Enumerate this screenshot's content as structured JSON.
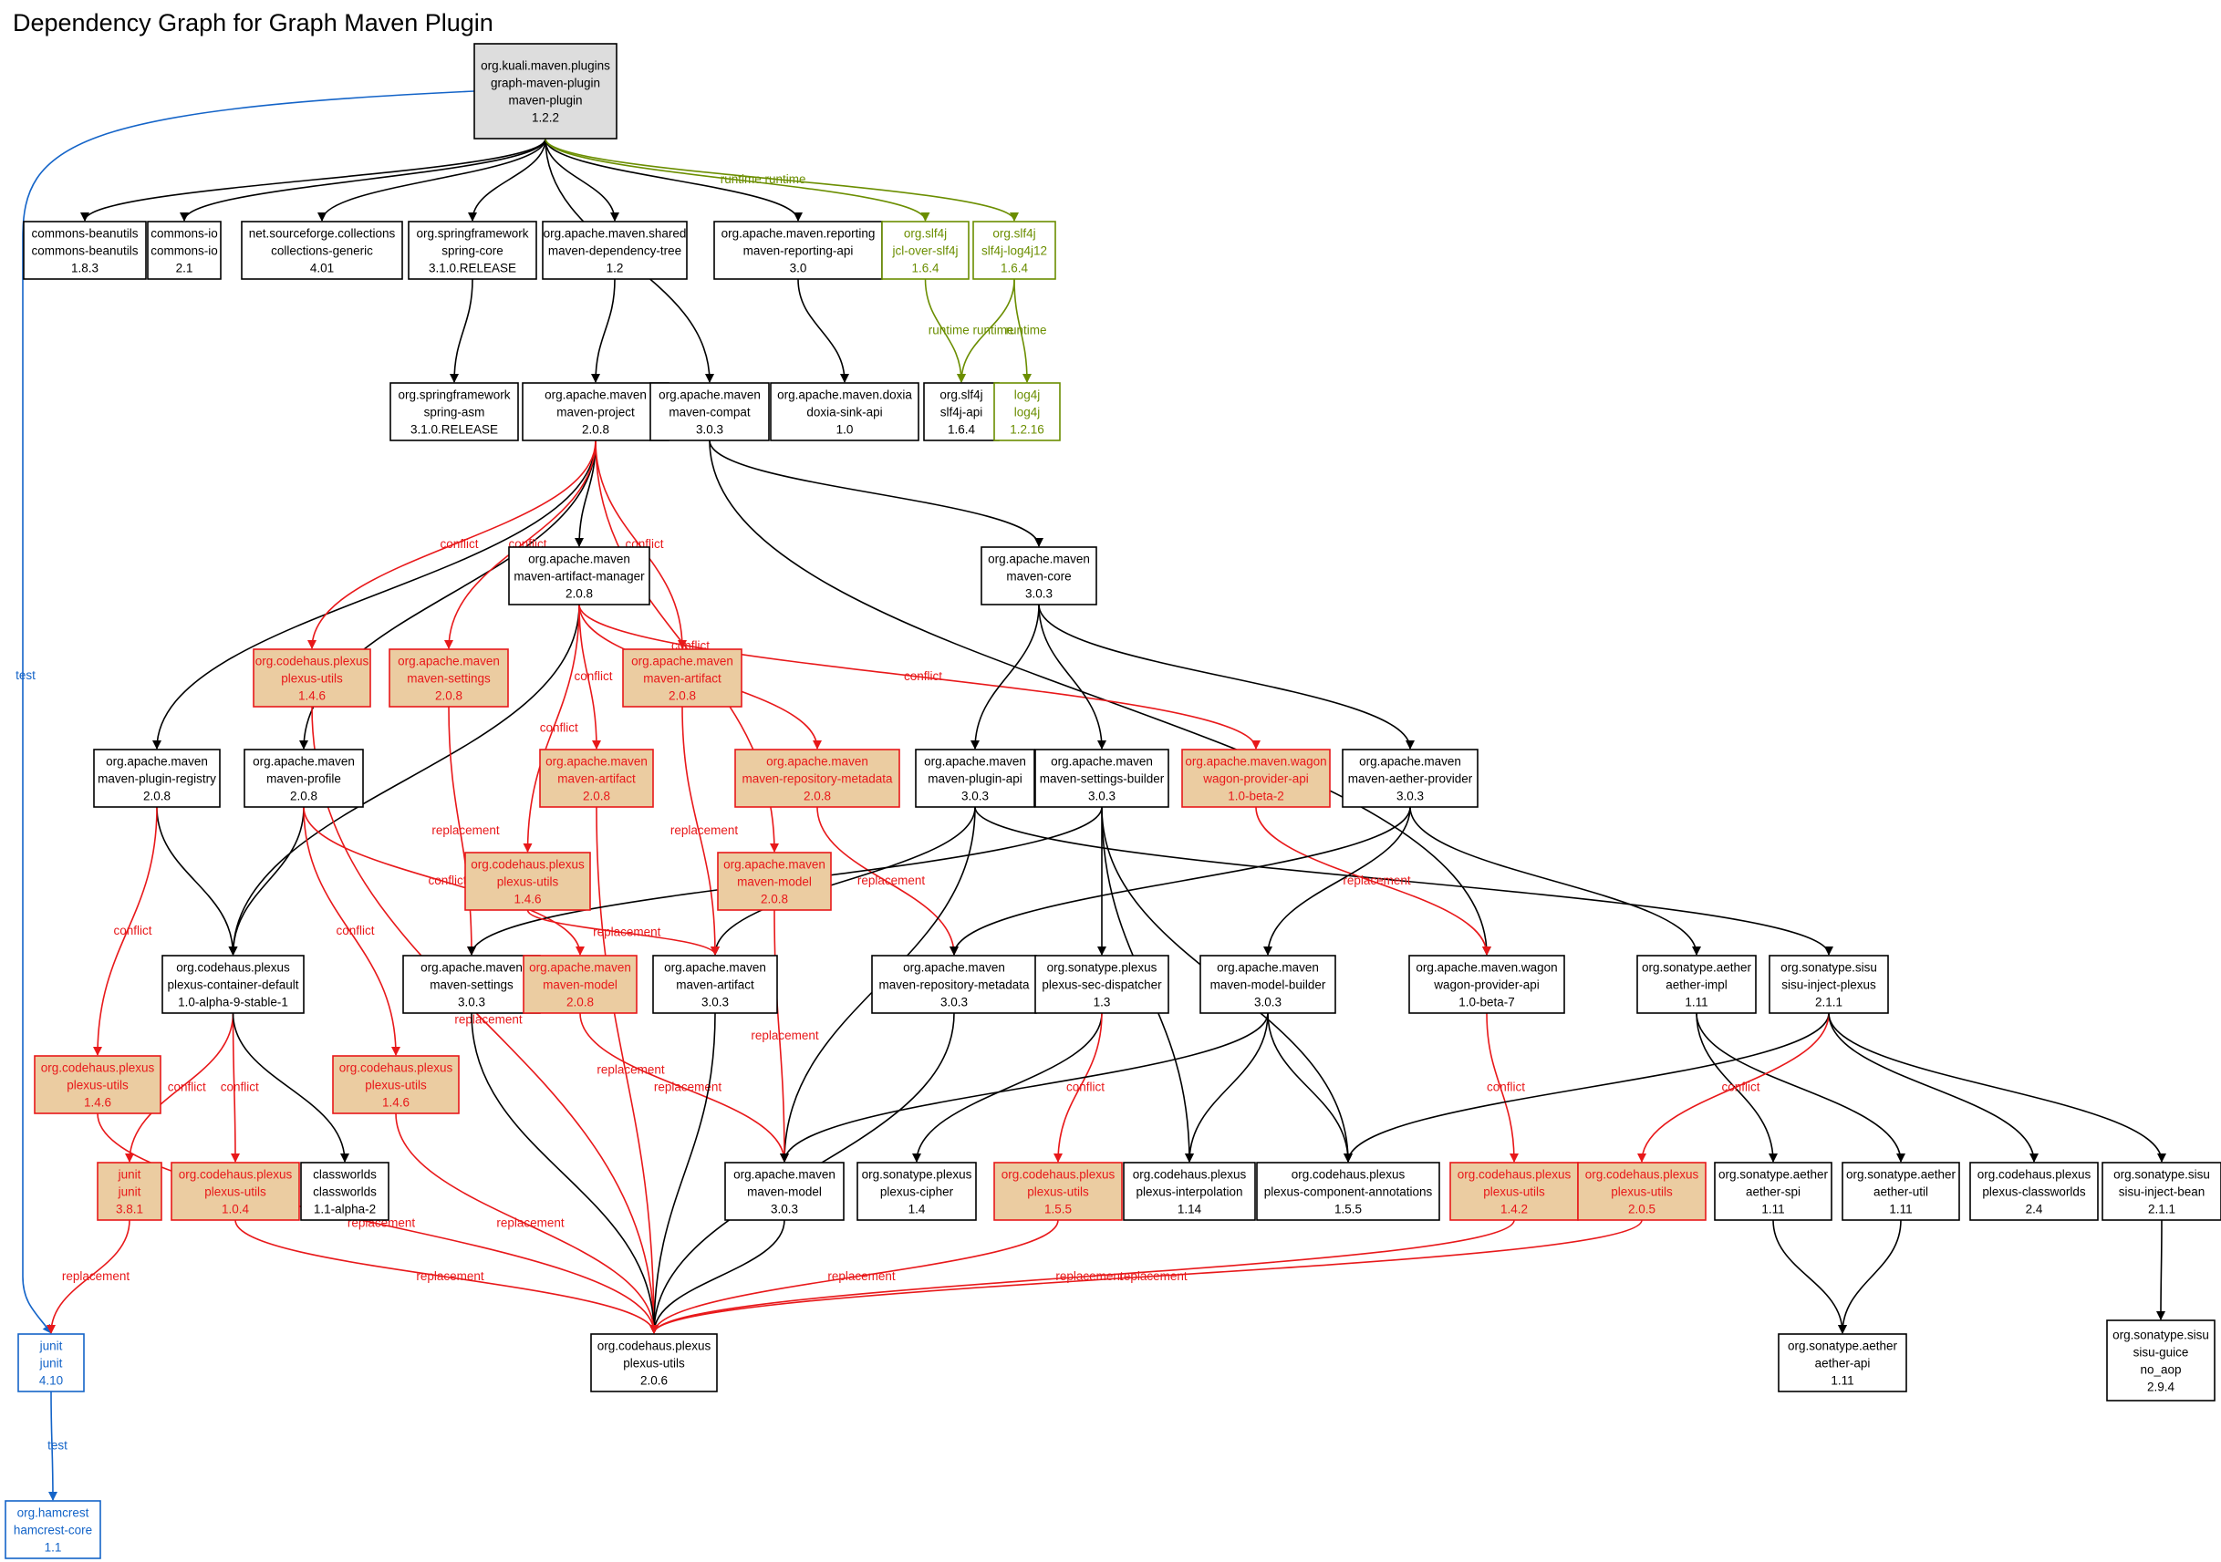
{
  "title": "Dependency Graph for Graph Maven Plugin",
  "colors": {
    "normal": "#000000",
    "root_fill": "#dddddd",
    "conflict": "#e8181a",
    "conflict_fill": "#ebcca1",
    "runtime": "#6b8e00",
    "test": "#1464c8"
  },
  "nodes": [
    {
      "id": "root",
      "lines": [
        "org.kuali.maven.plugins",
        "graph-maven-plugin",
        "maven-plugin",
        "1.2.2"
      ],
      "style": "root"
    },
    {
      "id": "beanutils",
      "lines": [
        "commons-beanutils",
        "commons-beanutils",
        "1.8.3"
      ],
      "style": "normal"
    },
    {
      "id": "commonsio",
      "lines": [
        "commons-io",
        "commons-io",
        "2.1"
      ],
      "style": "normal"
    },
    {
      "id": "collections",
      "lines": [
        "net.sourceforge.collections",
        "collections-generic",
        "4.01"
      ],
      "style": "normal"
    },
    {
      "id": "springcore",
      "lines": [
        "org.springframework",
        "spring-core",
        "3.1.0.RELEASE"
      ],
      "style": "normal"
    },
    {
      "id": "deptree",
      "lines": [
        "org.apache.maven.shared",
        "maven-dependency-tree",
        "1.2"
      ],
      "style": "normal"
    },
    {
      "id": "reportingapi",
      "lines": [
        "org.apache.maven.reporting",
        "maven-reporting-api",
        "3.0"
      ],
      "style": "normal"
    },
    {
      "id": "jcl",
      "lines": [
        "org.slf4j",
        "jcl-over-slf4j",
        "1.6.4"
      ],
      "style": "runtime"
    },
    {
      "id": "slf4jlog4j",
      "lines": [
        "org.slf4j",
        "slf4j-log4j12",
        "1.6.4"
      ],
      "style": "runtime"
    },
    {
      "id": "springasm",
      "lines": [
        "org.springframework",
        "spring-asm",
        "3.1.0.RELEASE"
      ],
      "style": "normal"
    },
    {
      "id": "mavenproject",
      "lines": [
        "org.apache.maven",
        "maven-project",
        "2.0.8"
      ],
      "style": "normal"
    },
    {
      "id": "mavencompat",
      "lines": [
        "org.apache.maven",
        "maven-compat",
        "3.0.3"
      ],
      "style": "normal"
    },
    {
      "id": "doxia",
      "lines": [
        "org.apache.maven.doxia",
        "doxia-sink-api",
        "1.0"
      ],
      "style": "normal"
    },
    {
      "id": "slf4japi",
      "lines": [
        "org.slf4j",
        "slf4j-api",
        "1.6.4"
      ],
      "style": "normal"
    },
    {
      "id": "log4j",
      "lines": [
        "log4j",
        "log4j",
        "1.2.16"
      ],
      "style": "runtime"
    },
    {
      "id": "artmgr",
      "lines": [
        "org.apache.maven",
        "maven-artifact-manager",
        "2.0.8"
      ],
      "style": "normal"
    },
    {
      "id": "mavencore",
      "lines": [
        "org.apache.maven",
        "maven-core",
        "3.0.3"
      ],
      "style": "normal"
    },
    {
      "id": "pu146a",
      "lines": [
        "org.codehaus.plexus",
        "plexus-utils",
        "1.4.6"
      ],
      "style": "conflict"
    },
    {
      "id": "settings208a",
      "lines": [
        "org.apache.maven",
        "maven-settings",
        "2.0.8"
      ],
      "style": "conflict"
    },
    {
      "id": "artifact208a",
      "lines": [
        "org.apache.maven",
        "maven-artifact",
        "2.0.8"
      ],
      "style": "conflict"
    },
    {
      "id": "pluginreg",
      "lines": [
        "org.apache.maven",
        "maven-plugin-registry",
        "2.0.8"
      ],
      "style": "normal"
    },
    {
      "id": "profile",
      "lines": [
        "org.apache.maven",
        "maven-profile",
        "2.0.8"
      ],
      "style": "normal"
    },
    {
      "id": "artifact208b",
      "lines": [
        "org.apache.maven",
        "maven-artifact",
        "2.0.8"
      ],
      "style": "conflict"
    },
    {
      "id": "repometa208",
      "lines": [
        "org.apache.maven",
        "maven-repository-metadata",
        "2.0.8"
      ],
      "style": "conflict"
    },
    {
      "id": "pluginapi",
      "lines": [
        "org.apache.maven",
        "maven-plugin-api",
        "3.0.3"
      ],
      "style": "normal"
    },
    {
      "id": "settingsbuilder",
      "lines": [
        "org.apache.maven",
        "maven-settings-builder",
        "3.0.3"
      ],
      "style": "normal"
    },
    {
      "id": "wagonbeta2",
      "lines": [
        "org.apache.maven.wagon",
        "wagon-provider-api",
        "1.0-beta-2"
      ],
      "style": "conflict"
    },
    {
      "id": "aetherprovider",
      "lines": [
        "org.apache.maven",
        "maven-aether-provider",
        "3.0.3"
      ],
      "style": "normal"
    },
    {
      "id": "pu146b",
      "lines": [
        "org.codehaus.plexus",
        "plexus-utils",
        "1.4.6"
      ],
      "style": "conflict"
    },
    {
      "id": "model208a",
      "lines": [
        "org.apache.maven",
        "maven-model",
        "2.0.8"
      ],
      "style": "conflict"
    },
    {
      "id": "containerdefault",
      "lines": [
        "org.codehaus.plexus",
        "plexus-container-default",
        "1.0-alpha-9-stable-1"
      ],
      "style": "normal"
    },
    {
      "id": "settings303",
      "lines": [
        "org.apache.maven",
        "maven-settings",
        "3.0.3"
      ],
      "style": "normal"
    },
    {
      "id": "model208b",
      "lines": [
        "org.apache.maven",
        "maven-model",
        "2.0.8"
      ],
      "style": "conflict"
    },
    {
      "id": "artifact303",
      "lines": [
        "org.apache.maven",
        "maven-artifact",
        "3.0.3"
      ],
      "style": "normal"
    },
    {
      "id": "repometa303",
      "lines": [
        "org.apache.maven",
        "maven-repository-metadata",
        "3.0.3"
      ],
      "style": "normal"
    },
    {
      "id": "secdispatcher",
      "lines": [
        "org.sonatype.plexus",
        "plexus-sec-dispatcher",
        "1.3"
      ],
      "style": "normal"
    },
    {
      "id": "modelbuilder",
      "lines": [
        "org.apache.maven",
        "maven-model-builder",
        "3.0.3"
      ],
      "style": "normal"
    },
    {
      "id": "wagonbeta7",
      "lines": [
        "org.apache.maven.wagon",
        "wagon-provider-api",
        "1.0-beta-7"
      ],
      "style": "normal"
    },
    {
      "id": "aetherimpl",
      "lines": [
        "org.sonatype.aether",
        "aether-impl",
        "1.11"
      ],
      "style": "normal"
    },
    {
      "id": "sisuplexus",
      "lines": [
        "org.sonatype.sisu",
        "sisu-inject-plexus",
        "2.1.1"
      ],
      "style": "normal"
    },
    {
      "id": "pu146c",
      "lines": [
        "org.codehaus.plexus",
        "plexus-utils",
        "1.4.6"
      ],
      "style": "conflict"
    },
    {
      "id": "pu146d",
      "lines": [
        "org.codehaus.plexus",
        "plexus-utils",
        "1.4.6"
      ],
      "style": "conflict"
    },
    {
      "id": "junit381",
      "lines": [
        "junit",
        "junit",
        "3.8.1"
      ],
      "style": "conflict"
    },
    {
      "id": "pu104",
      "lines": [
        "org.codehaus.plexus",
        "plexus-utils",
        "1.0.4"
      ],
      "style": "conflict"
    },
    {
      "id": "classworlds",
      "lines": [
        "classworlds",
        "classworlds",
        "1.1-alpha-2"
      ],
      "style": "normal"
    },
    {
      "id": "model303",
      "lines": [
        "org.apache.maven",
        "maven-model",
        "3.0.3"
      ],
      "style": "normal"
    },
    {
      "id": "cipher",
      "lines": [
        "org.sonatype.plexus",
        "plexus-cipher",
        "1.4"
      ],
      "style": "normal"
    },
    {
      "id": "pu155",
      "lines": [
        "org.codehaus.plexus",
        "plexus-utils",
        "1.5.5"
      ],
      "style": "conflict"
    },
    {
      "id": "interpolation",
      "lines": [
        "org.codehaus.plexus",
        "plexus-interpolation",
        "1.14"
      ],
      "style": "normal"
    },
    {
      "id": "annotations",
      "lines": [
        "org.codehaus.plexus",
        "plexus-component-annotations",
        "1.5.5"
      ],
      "style": "normal"
    },
    {
      "id": "pu142",
      "lines": [
        "org.codehaus.plexus",
        "plexus-utils",
        "1.4.2"
      ],
      "style": "conflict"
    },
    {
      "id": "pu205",
      "lines": [
        "org.codehaus.plexus",
        "plexus-utils",
        "2.0.5"
      ],
      "style": "conflict"
    },
    {
      "id": "aetherspi",
      "lines": [
        "org.sonatype.aether",
        "aether-spi",
        "1.11"
      ],
      "style": "normal"
    },
    {
      "id": "aetherutil",
      "lines": [
        "org.sonatype.aether",
        "aether-util",
        "1.11"
      ],
      "style": "normal"
    },
    {
      "id": "plexusclassworlds",
      "lines": [
        "org.codehaus.plexus",
        "plexus-classworlds",
        "2.4"
      ],
      "style": "normal"
    },
    {
      "id": "sisubean",
      "lines": [
        "org.sonatype.sisu",
        "sisu-inject-bean",
        "2.1.1"
      ],
      "style": "normal"
    },
    {
      "id": "junit410",
      "lines": [
        "junit",
        "junit",
        "4.10"
      ],
      "style": "test"
    },
    {
      "id": "pu206",
      "lines": [
        "org.codehaus.plexus",
        "plexus-utils",
        "2.0.6"
      ],
      "style": "normal"
    },
    {
      "id": "aetherapi",
      "lines": [
        "org.sonatype.aether",
        "aether-api",
        "1.11"
      ],
      "style": "normal"
    },
    {
      "id": "sisuguice",
      "lines": [
        "org.sonatype.sisu",
        "sisu-guice",
        "no_aop",
        "2.9.4"
      ],
      "style": "normal"
    },
    {
      "id": "hamcrest",
      "lines": [
        "org.hamcrest",
        "hamcrest-core",
        "1.1"
      ],
      "style": "test"
    }
  ],
  "edges": [
    {
      "from": "root",
      "to": "beanutils",
      "kind": "normal",
      "label": ""
    },
    {
      "from": "root",
      "to": "commonsio",
      "kind": "normal",
      "label": ""
    },
    {
      "from": "root",
      "to": "collections",
      "kind": "normal",
      "label": ""
    },
    {
      "from": "root",
      "to": "springcore",
      "kind": "normal",
      "label": ""
    },
    {
      "from": "root",
      "to": "deptree",
      "kind": "normal",
      "label": ""
    },
    {
      "from": "root",
      "to": "reportingapi",
      "kind": "normal",
      "label": ""
    },
    {
      "from": "root",
      "to": "mavencompat",
      "kind": "normal",
      "label": ""
    },
    {
      "from": "root",
      "to": "jcl",
      "kind": "runtime",
      "label": "runtime"
    },
    {
      "from": "root",
      "to": "slf4jlog4j",
      "kind": "runtime",
      "label": "runtime"
    },
    {
      "from": "root",
      "to": "junit410",
      "kind": "test",
      "label": "test"
    },
    {
      "from": "springcore",
      "to": "springasm",
      "kind": "normal",
      "label": ""
    },
    {
      "from": "deptree",
      "to": "mavenproject",
      "kind": "normal",
      "label": ""
    },
    {
      "from": "reportingapi",
      "to": "doxia",
      "kind": "normal",
      "label": ""
    },
    {
      "from": "jcl",
      "to": "slf4japi",
      "kind": "runtime",
      "label": "runtime"
    },
    {
      "from": "slf4jlog4j",
      "to": "slf4japi",
      "kind": "runtime",
      "label": "runtime"
    },
    {
      "from": "slf4jlog4j",
      "to": "log4j",
      "kind": "runtime",
      "label": "runtime"
    },
    {
      "from": "mavenproject",
      "to": "artmgr",
      "kind": "normal",
      "label": ""
    },
    {
      "from": "mavenproject",
      "to": "pluginreg",
      "kind": "normal",
      "label": ""
    },
    {
      "from": "mavenproject",
      "to": "profile",
      "kind": "normal",
      "label": ""
    },
    {
      "from": "mavenproject",
      "to": "pu146a",
      "kind": "conflict",
      "label": "conflict"
    },
    {
      "from": "mavenproject",
      "to": "settings208a",
      "kind": "conflict",
      "label": "conflict"
    },
    {
      "from": "mavenproject",
      "to": "artifact208a",
      "kind": "conflict",
      "label": "conflict"
    },
    {
      "from": "mavenproject",
      "to": "model208a",
      "kind": "conflict",
      "label": "conflict"
    },
    {
      "from": "mavencompat",
      "to": "mavencore",
      "kind": "normal",
      "label": ""
    },
    {
      "from": "mavencompat",
      "to": "wagonbeta7",
      "kind": "normal",
      "label": ""
    },
    {
      "from": "artmgr",
      "to": "containerdefault",
      "kind": "normal",
      "label": ""
    },
    {
      "from": "artmgr",
      "to": "pu146b",
      "kind": "conflict",
      "label": "conflict"
    },
    {
      "from": "artmgr",
      "to": "artifact208b",
      "kind": "conflict",
      "label": "conflict"
    },
    {
      "from": "artmgr",
      "to": "repometa208",
      "kind": "conflict",
      "label": "conflict"
    },
    {
      "from": "artmgr",
      "to": "wagonbeta2",
      "kind": "conflict",
      "label": "conflict"
    },
    {
      "from": "mavencore",
      "to": "pluginapi",
      "kind": "normal",
      "label": ""
    },
    {
      "from": "mavencore",
      "to": "settingsbuilder",
      "kind": "normal",
      "label": ""
    },
    {
      "from": "mavencore",
      "to": "aetherprovider",
      "kind": "normal",
      "label": ""
    },
    {
      "from": "pu146a",
      "to": "pu206",
      "kind": "conflict",
      "label": "replacement"
    },
    {
      "from": "settings208a",
      "to": "settings303",
      "kind": "conflict",
      "label": "replacement"
    },
    {
      "from": "artifact208a",
      "to": "artifact303",
      "kind": "conflict",
      "label": "replacement"
    },
    {
      "from": "pluginreg",
      "to": "containerdefault",
      "kind": "normal",
      "label": ""
    },
    {
      "from": "pluginreg",
      "to": "pu146c",
      "kind": "conflict",
      "label": "conflict"
    },
    {
      "from": "profile",
      "to": "containerdefault",
      "kind": "normal",
      "label": ""
    },
    {
      "from": "profile",
      "to": "pu146d",
      "kind": "conflict",
      "label": "conflict"
    },
    {
      "from": "profile",
      "to": "model208b",
      "kind": "conflict",
      "label": "conflict"
    },
    {
      "from": "artifact208b",
      "to": "pu206",
      "kind": "conflict",
      "label": "replacement"
    },
    {
      "from": "repometa208",
      "to": "repometa303",
      "kind": "conflict",
      "label": "replacement"
    },
    {
      "from": "pluginapi",
      "to": "model303",
      "kind": "normal",
      "label": ""
    },
    {
      "from": "pluginapi",
      "to": "artifact303",
      "kind": "normal",
      "label": ""
    },
    {
      "from": "pluginapi",
      "to": "sisuplexus",
      "kind": "normal",
      "label": ""
    },
    {
      "from": "settingsbuilder",
      "to": "settings303",
      "kind": "normal",
      "label": ""
    },
    {
      "from": "settingsbuilder",
      "to": "secdispatcher",
      "kind": "normal",
      "label": ""
    },
    {
      "from": "settingsbuilder",
      "to": "interpolation",
      "kind": "normal",
      "label": ""
    },
    {
      "from": "settingsbuilder",
      "to": "annotations",
      "kind": "normal",
      "label": ""
    },
    {
      "from": "wagonbeta2",
      "to": "wagonbeta7",
      "kind": "conflict",
      "label": "replacement"
    },
    {
      "from": "aetherprovider",
      "to": "repometa303",
      "kind": "normal",
      "label": ""
    },
    {
      "from": "aetherprovider",
      "to": "modelbuilder",
      "kind": "normal",
      "label": ""
    },
    {
      "from": "aetherprovider",
      "to": "aetherimpl",
      "kind": "normal",
      "label": ""
    },
    {
      "from": "pu146b",
      "to": "artifact303",
      "kind": "conflict",
      "label": "replacement"
    },
    {
      "from": "model208a",
      "to": "model303",
      "kind": "conflict",
      "label": "replacement"
    },
    {
      "from": "containerdefault",
      "to": "junit381",
      "kind": "conflict",
      "label": "conflict"
    },
    {
      "from": "containerdefault",
      "to": "pu104",
      "kind": "conflict",
      "label": "conflict"
    },
    {
      "from": "containerdefault",
      "to": "classworlds",
      "kind": "normal",
      "label": ""
    },
    {
      "from": "settings303",
      "to": "pu206",
      "kind": "normal",
      "label": ""
    },
    {
      "from": "model208b",
      "to": "model303",
      "kind": "conflict",
      "label": "replacement"
    },
    {
      "from": "artifact303",
      "to": "pu206",
      "kind": "normal",
      "label": ""
    },
    {
      "from": "repometa303",
      "to": "pu206",
      "kind": "normal",
      "label": ""
    },
    {
      "from": "secdispatcher",
      "to": "cipher",
      "kind": "normal",
      "label": ""
    },
    {
      "from": "secdispatcher",
      "to": "pu155",
      "kind": "conflict",
      "label": "conflict"
    },
    {
      "from": "modelbuilder",
      "to": "model303",
      "kind": "normal",
      "label": ""
    },
    {
      "from": "modelbuilder",
      "to": "interpolation",
      "kind": "normal",
      "label": ""
    },
    {
      "from": "modelbuilder",
      "to": "annotations",
      "kind": "normal",
      "label": ""
    },
    {
      "from": "wagonbeta7",
      "to": "pu142",
      "kind": "conflict",
      "label": "conflict"
    },
    {
      "from": "aetherimpl",
      "to": "aetherspi",
      "kind": "normal",
      "label": ""
    },
    {
      "from": "aetherimpl",
      "to": "aetherutil",
      "kind": "normal",
      "label": ""
    },
    {
      "from": "sisuplexus",
      "to": "annotations",
      "kind": "normal",
      "label": ""
    },
    {
      "from": "sisuplexus",
      "to": "pu205",
      "kind": "conflict",
      "label": "conflict"
    },
    {
      "from": "sisuplexus",
      "to": "plexusclassworlds",
      "kind": "normal",
      "label": ""
    },
    {
      "from": "sisuplexus",
      "to": "sisubean",
      "kind": "normal",
      "label": ""
    },
    {
      "from": "pu146c",
      "to": "pu206",
      "kind": "conflict",
      "label": "replacement"
    },
    {
      "from": "pu146d",
      "to": "pu206",
      "kind": "conflict",
      "label": "replacement"
    },
    {
      "from": "junit381",
      "to": "junit410",
      "kind": "conflict",
      "label": "replacement"
    },
    {
      "from": "pu104",
      "to": "pu206",
      "kind": "conflict",
      "label": "replacement"
    },
    {
      "from": "model303",
      "to": "pu206",
      "kind": "normal",
      "label": ""
    },
    {
      "from": "pu155",
      "to": "pu206",
      "kind": "conflict",
      "label": "replacement"
    },
    {
      "from": "pu142",
      "to": "pu206",
      "kind": "conflict",
      "label": "replacement"
    },
    {
      "from": "pu205",
      "to": "pu206",
      "kind": "conflict",
      "label": "replacement"
    },
    {
      "from": "aetherspi",
      "to": "aetherapi",
      "kind": "normal",
      "label": ""
    },
    {
      "from": "aetherutil",
      "to": "aetherapi",
      "kind": "normal",
      "label": ""
    },
    {
      "from": "sisubean",
      "to": "sisuguice",
      "kind": "normal",
      "label": ""
    },
    {
      "from": "junit410",
      "to": "hamcrest",
      "kind": "test",
      "label": "test"
    }
  ]
}
